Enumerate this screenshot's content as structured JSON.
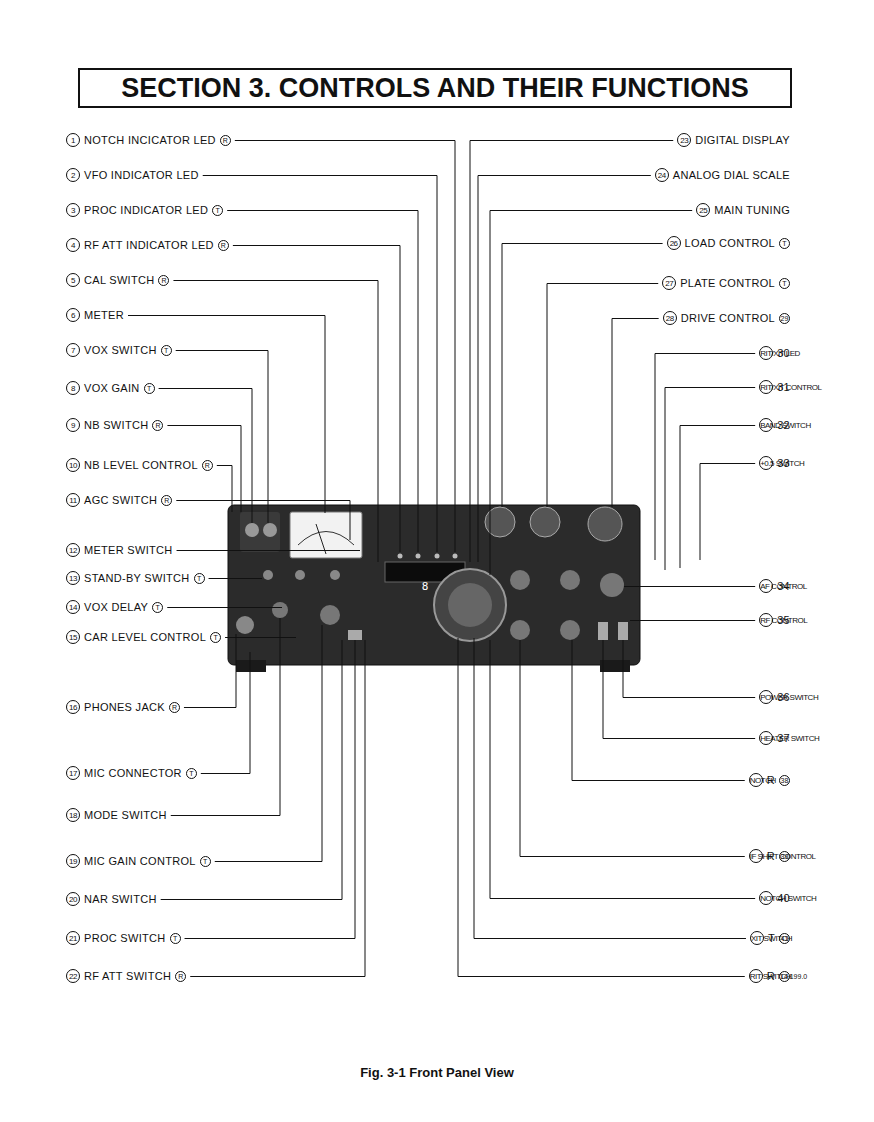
{
  "diagram": {
    "title": "SECTION 3. CONTROLS AND THEIR FUNCTIONS",
    "caption": "Fig. 3-1 Front Panel View",
    "labels": [
      "1",
      "NOTCH INCICATOR LED",
      "R",
      "2",
      "VFO INDICATOR LED",
      "3",
      "PROC INDICATOR LED",
      "T",
      "4",
      "RF ATT INDICATOR LED",
      "R",
      "5",
      "CAL SWITCH",
      "R",
      "6",
      "METER",
      "7",
      "VOX SWITCH",
      "T",
      "8",
      "VOX GAIN",
      "T",
      "9",
      "NB SWITCH",
      "R",
      "10",
      "NB LEVEL CONTROL",
      "R",
      "11",
      "AGC SWITCH",
      "R",
      "12",
      "METER SWITCH",
      "13",
      "STAND-BY SWITCH",
      "T",
      "14",
      "VOX DELAY",
      "T",
      "15",
      "CAR LEVEL CONTROL",
      "T",
      "16",
      "PHONES JACK",
      "R",
      "17",
      "MIC CONNECTOR",
      "T",
      "18",
      "MODE SWITCH",
      "19",
      "MIC GAIN CONTROL",
      "T",
      "20",
      "NAR SWITCH",
      "21",
      "PROC SWITCH",
      "T",
      "22",
      "RF ATT SWITCH",
      "R",
      "23",
      "DIGITAL DISPLAY",
      "24",
      "ANALOG DIAL SCALE",
      "25",
      "MAIN TUNING",
      "26",
      "LOAD CONTROL",
      "T",
      "27",
      "PLATE CONTROL",
      "T",
      "28",
      "DRIVE CONTROL",
      "29",
      "RIT/XIT LED",
      "30",
      "RIT/XIT CONTROL",
      "31",
      "BAND SWITCH",
      "32",
      "+0.5 SWITCH",
      "33",
      "AF CONTROL",
      "34",
      "RF CONTROL",
      "35",
      "POWER SWITCH",
      "36",
      "HEATER SWITCH",
      "37",
      "NOTCH",
      "R",
      "38",
      "IF SHIFT CONTROL",
      "R",
      "39",
      "NOTCH SWITCH",
      "40",
      "XIT SWITCH",
      "T",
      "41",
      "RIT SWITCH",
      "R",
      "14.199.0",
      "8"
    ]
  }
}
